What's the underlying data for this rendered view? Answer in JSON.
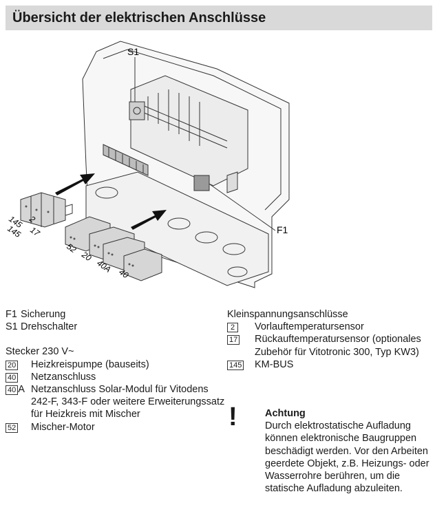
{
  "header": {
    "title": "Übersicht der elektrischen Anschlüsse"
  },
  "figure": {
    "callouts": {
      "s1": "S1",
      "f1": "F1"
    },
    "connector_labels": [
      "145",
      "2",
      "145",
      "17",
      "52",
      "20",
      "40A",
      "40"
    ]
  },
  "legend_top": [
    {
      "key": "F1",
      "text": "Sicherung"
    },
    {
      "key": "S1",
      "text": "Drehschalter"
    }
  ],
  "stecker": {
    "heading": "Stecker 230 V~",
    "items": [
      {
        "box": "20",
        "suffix": "",
        "text": "Heizkreispumpe (bauseits)"
      },
      {
        "box": "40",
        "suffix": "",
        "text": "Netzanschluss"
      },
      {
        "box": "40",
        "suffix": "A",
        "text": "Netzanschluss Solar-Modul für Vitodens 242-F, 343-F oder weitere Erweiterungssatz für Heizkreis mit Mischer"
      },
      {
        "box": "52",
        "suffix": "",
        "text": "Mischer-Motor"
      }
    ]
  },
  "klein": {
    "heading": "Kleinspannungsanschlüsse",
    "items": [
      {
        "box": "2",
        "text": "Vorlauftemperatursensor"
      },
      {
        "box": "17",
        "text": "Rückauftemperatursensor (optionales Zubehör für Vitotronic 300, Typ KW3)"
      },
      {
        "box": "145",
        "text": "KM-BUS"
      }
    ]
  },
  "warning": {
    "mark": "!",
    "heading": "Achtung",
    "text": "Durch elektrostatische Aufladung können elektronische Baugruppen beschädigt werden. Vor den Arbeiten geerdete Objekt, z.B. Heizungs- oder Wasserrohre berühren, um die statische Aufladung abzuleiten."
  }
}
